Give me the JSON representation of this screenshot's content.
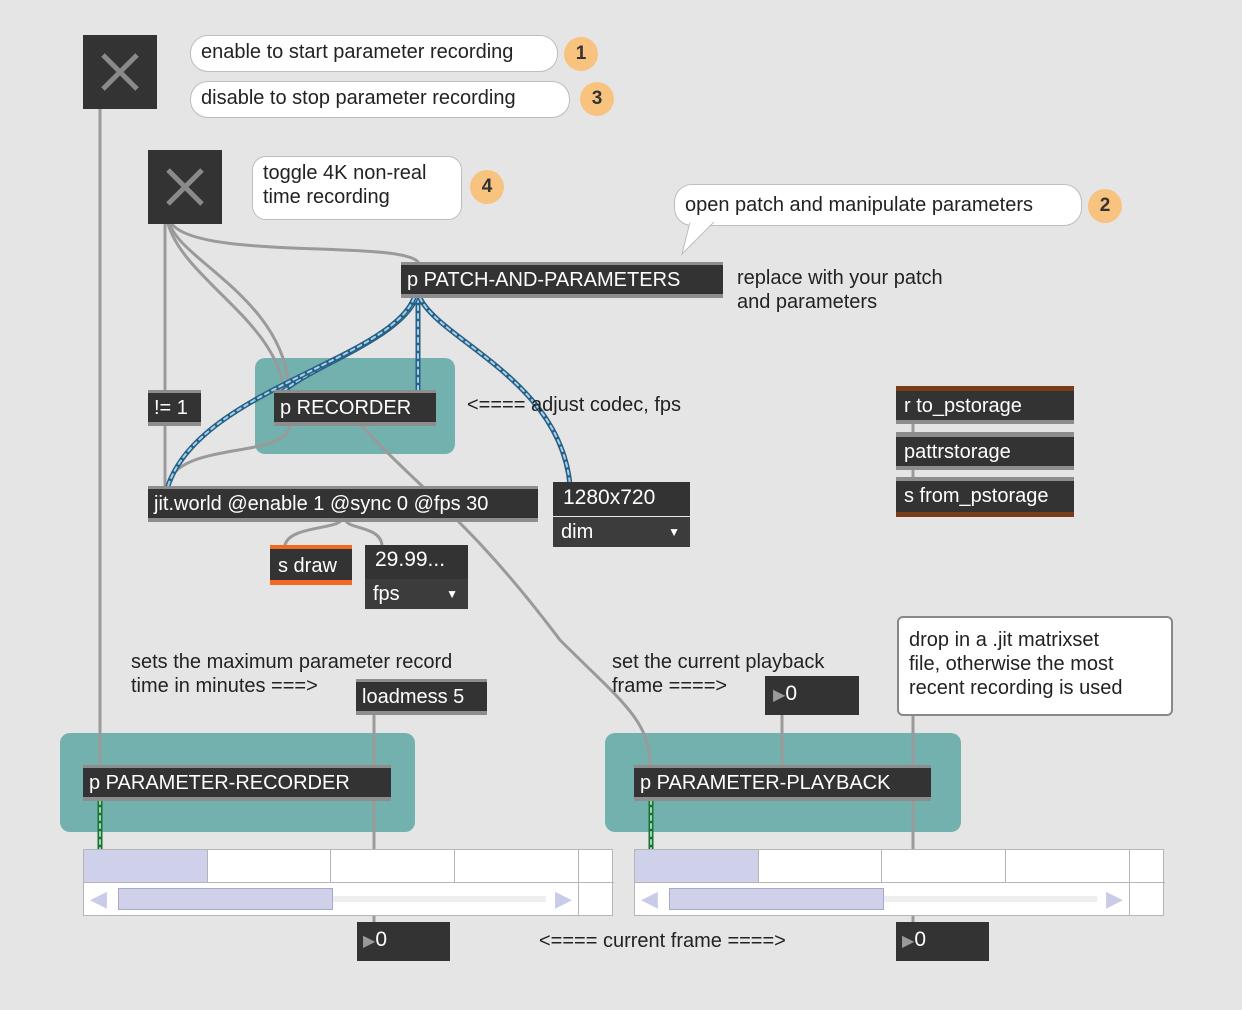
{
  "comments": {
    "enable_record": "enable to start parameter recording",
    "disable_record": "disable to stop parameter recording",
    "toggle_4k_line1": "toggle 4K non-real",
    "toggle_4k_line2": "time recording",
    "open_patch": "open patch and manipulate parameters",
    "replace_line1": "replace with your patch",
    "replace_line2": "and parameters",
    "adjust_codec": "<==== adjust codec, fps",
    "max_time_line1": "sets the maximum parameter record",
    "max_time_line2": "time in minutes ===>",
    "set_frame_line1": "set the current playback",
    "set_frame_line2": "frame ====>",
    "drop_line1": "drop in a .jit matrixset",
    "drop_line2": "file, otherwise the most",
    "drop_line3": "recent recording is used",
    "current_frame": "<==== current frame ====>"
  },
  "badges": {
    "b1": "1",
    "b2": "2",
    "b3": "3",
    "b4": "4"
  },
  "objects": {
    "patch_and_parameters": "p PATCH-AND-PARAMETERS",
    "recorder": "p RECORDER",
    "not_equal": "!= 1",
    "jit_world": "jit.world @enable 1 @sync 0 @fps 30",
    "s_draw": "s draw",
    "loadmess": "loadmess 5",
    "param_recorder": "p PARAMETER-RECORDER",
    "param_playback": "p PARAMETER-PLAYBACK",
    "r_to_pstorage": "r to_pstorage",
    "pattrstorage": "pattrstorage",
    "s_from_pstorage": "s from_pstorage"
  },
  "dim": {
    "value": "1280x720",
    "menu": "dim"
  },
  "fps": {
    "value": "29.99...",
    "menu": "fps"
  },
  "numbers": {
    "playback_frame": "0",
    "recorder_current_frame": "0",
    "playback_current_frame": "0"
  },
  "sliders": {
    "recorder_scroll_position": 0.4,
    "playback_scroll_position": 0.4
  },
  "colors": {
    "background": "#e5e5e5",
    "object": "#333333",
    "teal_panel": "#73b1ae",
    "badge": "#f7c37e",
    "send_orange": "#f26a21",
    "pattr_brown": "#7a3d1a",
    "cable_blue": "#5aa0d8"
  }
}
